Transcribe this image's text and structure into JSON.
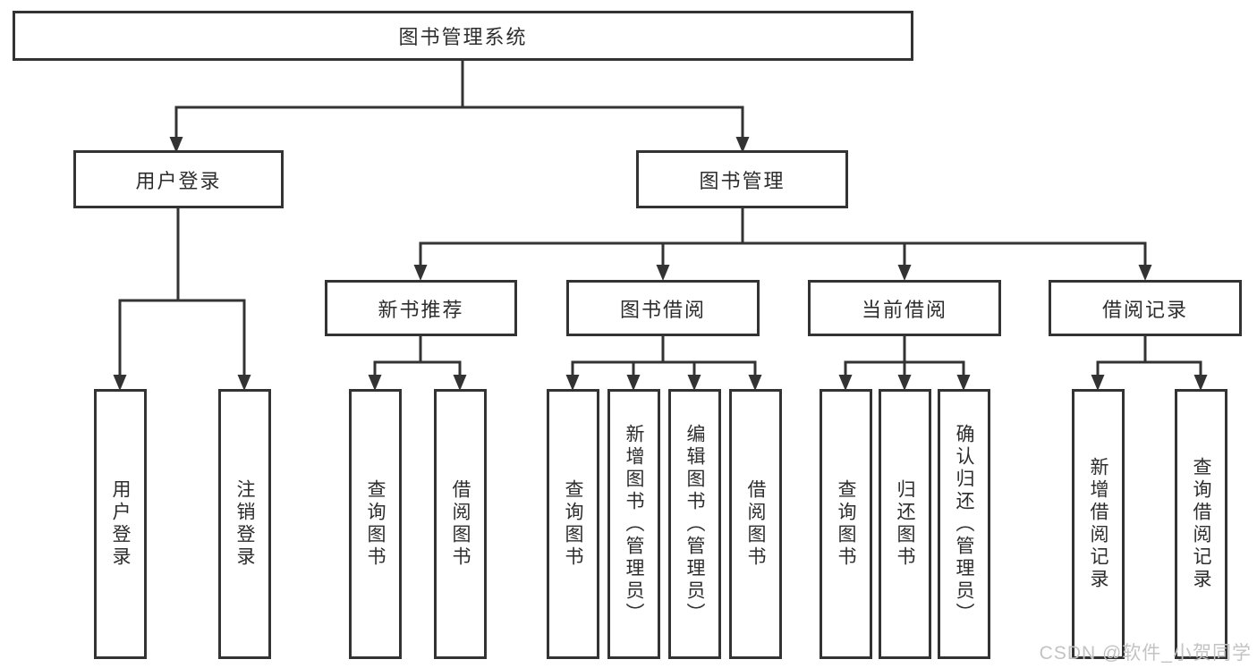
{
  "diagram": {
    "root": {
      "label": "图书管理系统"
    },
    "children": [
      {
        "label": "用户登录",
        "children": [
          {
            "label": "用户登录"
          },
          {
            "label": "注销登录"
          }
        ]
      },
      {
        "label": "图书管理",
        "children": [
          {
            "label": "新书推荐",
            "children": [
              {
                "label": "查询图书"
              },
              {
                "label": "借阅图书"
              }
            ]
          },
          {
            "label": "图书借阅",
            "children": [
              {
                "label": "查询图书"
              },
              {
                "label": "新增图书（管理员）"
              },
              {
                "label": "编辑图书（管理员）"
              },
              {
                "label": "借阅图书"
              }
            ]
          },
          {
            "label": "当前借阅",
            "children": [
              {
                "label": "查询图书"
              },
              {
                "label": "归还图书"
              },
              {
                "label": "确认归还（管理员）"
              }
            ]
          },
          {
            "label": "借阅记录",
            "children": [
              {
                "label": "新增借阅记录"
              },
              {
                "label": "查询借阅记录"
              }
            ]
          }
        ]
      }
    ]
  },
  "watermark": {
    "text": "CSDN @软件_小贺同学"
  },
  "colors": {
    "line": "#333333",
    "text": "#2d2d2d",
    "watermark": "#c3c3c3",
    "background": "#ffffff"
  }
}
